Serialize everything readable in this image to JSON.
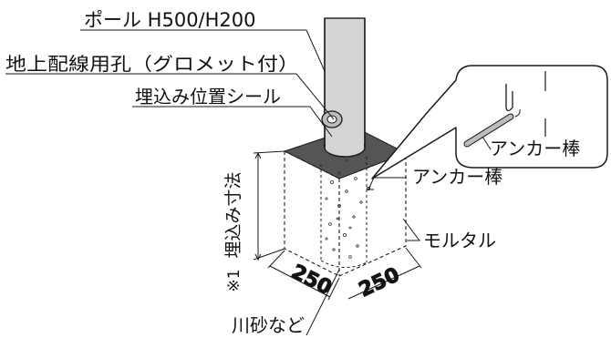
{
  "labels": {
    "pole": "ポール H500/H200",
    "cable_hole": "地上配線用孔（グロメット付）",
    "seal": "埋込み位置シール",
    "anchor_rod": "アンカー棒",
    "anchor_rod_detail": "アンカー棒",
    "mortar": "モルタル",
    "sand": "川砂など",
    "depth": "埋込み寸法",
    "note_mark": "※1",
    "dim_left": "250",
    "dim_right": "250"
  },
  "colors": {
    "line": "#1a1a1a",
    "pole_fill": "#d4d4d4",
    "plate_fill": "#555555",
    "rod_fill": "#bdbdbd"
  }
}
